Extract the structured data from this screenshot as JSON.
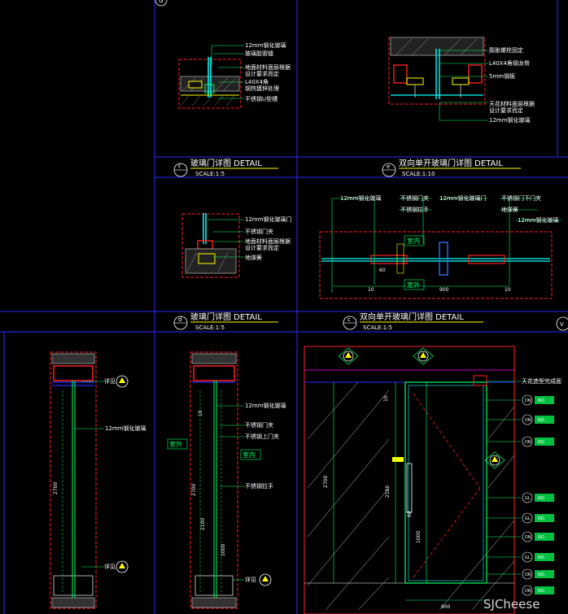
{
  "details": {
    "f": {
      "letter": "f",
      "title": "玻璃门详图   DETAIL",
      "scale": "SCALE:1:5",
      "notes": [
        "12mm钢化玻璃",
        "玻璃胶密缝",
        "地面材料面层根据",
        "设计要求而定",
        "L40X4角",
        "钢热镀锌处理",
        "不锈钢U型槽"
      ]
    },
    "e": {
      "letter": "e",
      "title": "双向单开玻璃门详图   DETAIL",
      "scale": "SCALE:1:10",
      "notes": [
        "膨胀螺栓固定",
        "L40X4角钢龙骨",
        "5mm钢板",
        "天花材料面层根据",
        "设计要求而定",
        "12mm钢化玻璃"
      ]
    },
    "d": {
      "letter": "d",
      "title": "玻璃门详图   DETAIL",
      "scale": "SCALE:1:5",
      "notes": [
        "12mm钢化玻璃门",
        "不锈钢门夹",
        "地面材料面层根据",
        "设计要求而定",
        "地弹簧"
      ]
    },
    "c": {
      "letter": "c",
      "title": "双向单开玻璃门详图   DETAIL",
      "scale": "SCALE:1:5",
      "notes": [
        "12mm钢化玻璃",
        "不锈钢门夹",
        "不锈钢拉手",
        "12mm钢化玻璃门",
        "不锈钢门下门夹",
        "地弹簧",
        "12mm钢化玻璃"
      ],
      "room_in": "室内",
      "room_out": "室外",
      "dims": [
        "10",
        "60",
        "900",
        "10"
      ]
    }
  },
  "sections": {
    "left": {
      "note": "12mm钢化玻璃",
      "dim": "2700",
      "detail_tag": "详见"
    },
    "mid": {
      "notes": [
        "12mm钢化玻璃",
        "不锈钢门夹",
        "不锈钢上门夹",
        "不锈钢拉手"
      ],
      "room_out": "室外",
      "room_in": "室内",
      "dims": [
        "2700",
        "2100",
        "1000",
        "10"
      ],
      "detail_tag": "详见"
    },
    "elev": {
      "ceiling_note": "天花造型完成面",
      "dims": [
        "2700",
        "2100",
        "1000",
        "60",
        "900",
        "10"
      ],
      "tags": [
        "DN",
        "NO.",
        "DN",
        "NO.",
        "DN",
        "NO.",
        "GL",
        "NO.",
        "GL",
        "NO.",
        "DN",
        "NO.",
        "GL",
        "NO.",
        "DN",
        "NO.",
        "DN",
        "NO."
      ]
    }
  },
  "corner_marks": {
    "top": "G",
    "right": "V"
  },
  "watermark": "SJCheese",
  "colors": {
    "bg": "#000000",
    "frame": "#2b2bff",
    "red": "#ff2020",
    "yellow": "#ffff00",
    "green": "#00ff66",
    "cyan": "#00ffff",
    "white": "#ffffff",
    "magenta": "#ff00ff"
  }
}
